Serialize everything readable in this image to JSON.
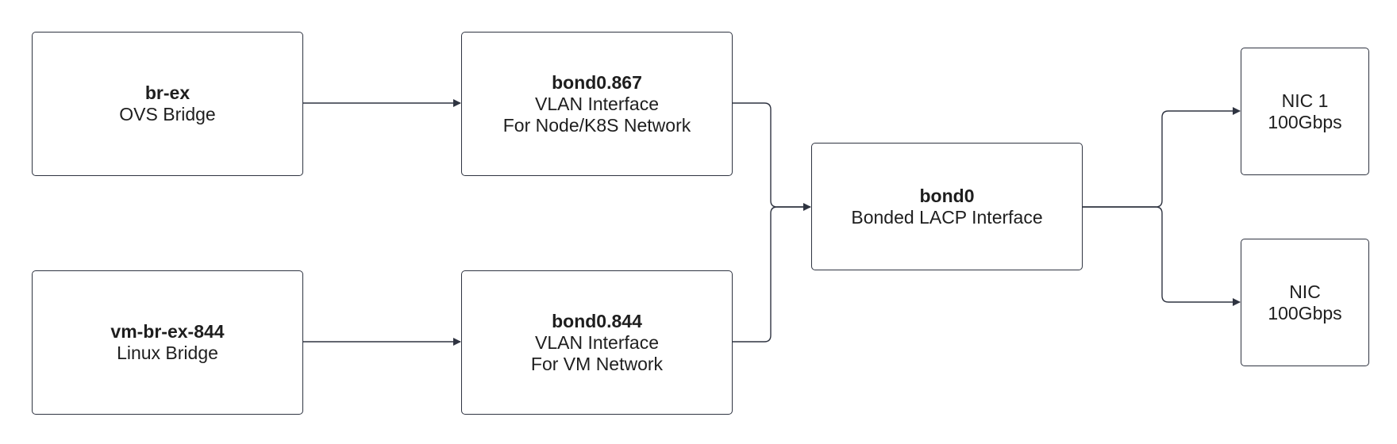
{
  "diagram": {
    "nodes": {
      "br_ex": {
        "title": "br-ex",
        "lines": [
          "OVS Bridge"
        ]
      },
      "vm_br_ex_844": {
        "title": "vm-br-ex-844",
        "lines": [
          "Linux Bridge"
        ]
      },
      "bond0_867": {
        "title": "bond0.867",
        "lines": [
          "VLAN Interface",
          "For Node/K8S Network"
        ]
      },
      "bond0_844": {
        "title": "bond0.844",
        "lines": [
          "VLAN Interface",
          "For VM Network"
        ]
      },
      "bond0": {
        "title": "bond0",
        "lines": [
          "Bonded LACP Interface"
        ]
      },
      "nic1": {
        "lines": [
          "NIC 1",
          "100Gbps"
        ]
      },
      "nic2": {
        "lines": [
          "NIC",
          "100Gbps"
        ]
      }
    },
    "edges": [
      {
        "from": "br-ex",
        "to": "bond0.867"
      },
      {
        "from": "vm-br-ex-844",
        "to": "bond0.844"
      },
      {
        "from": "bond0.867",
        "to": "bond0"
      },
      {
        "from": "bond0.844",
        "to": "bond0"
      },
      {
        "from": "bond0",
        "to": "NIC 1"
      },
      {
        "from": "bond0",
        "to": "NIC"
      }
    ],
    "colors": {
      "stroke": "#2f3441",
      "text": "#1e1e1e",
      "background": "#ffffff"
    }
  }
}
